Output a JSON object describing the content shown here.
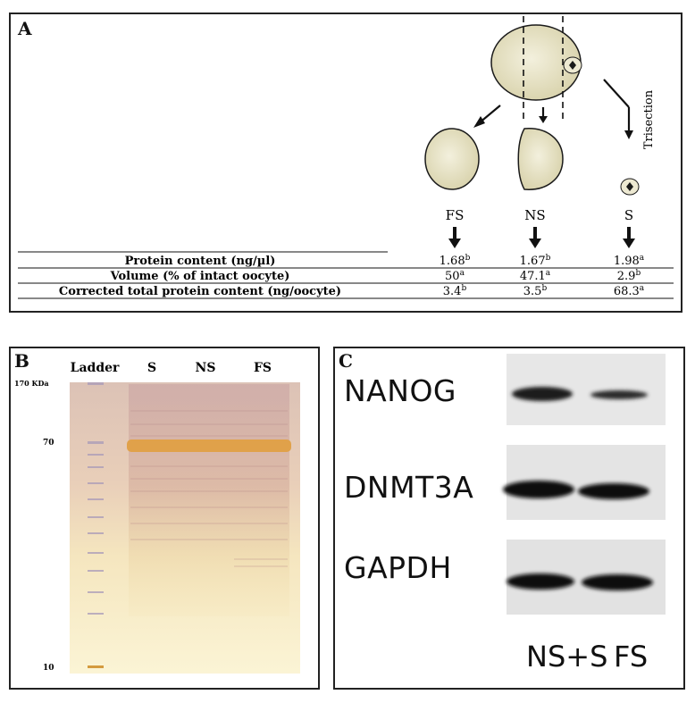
{
  "panelA": {
    "label": "A",
    "trisection_label": "Trisection",
    "fragments": [
      {
        "name": "FS"
      },
      {
        "name": "NS"
      },
      {
        "name": "S"
      }
    ],
    "rows": [
      {
        "label": "Protein content (ng/µl)",
        "values": [
          {
            "v": "1.68",
            "sup": "b"
          },
          {
            "v": "1.67",
            "sup": "b"
          },
          {
            "v": "1.98",
            "sup": "a"
          }
        ]
      },
      {
        "label": "Volume (% of intact oocyte)",
        "values": [
          {
            "v": "50",
            "sup": "a"
          },
          {
            "v": "47.1",
            "sup": "a"
          },
          {
            "v": "2.9",
            "sup": "b"
          }
        ]
      },
      {
        "label": "Corrected total protein content (ng/oocyte)",
        "values": [
          {
            "v": "3.4",
            "sup": "b"
          },
          {
            "v": "3.5",
            "sup": "b"
          },
          {
            "v": "68.3",
            "sup": "a"
          }
        ]
      }
    ]
  },
  "panelB": {
    "label": "B",
    "lanes": [
      "Ladder",
      "S",
      "NS",
      "FS"
    ],
    "markers": [
      "170 KDa",
      "70",
      "10"
    ]
  },
  "panelC": {
    "label": "C",
    "proteins": [
      "NANOG",
      "DNMT3A",
      "GAPDH"
    ],
    "lanes": [
      "NS+S",
      "FS"
    ]
  },
  "colors": {
    "cell_fill": "#e7e2c6",
    "cell_stroke": "#1a1a1a",
    "gel_bg": "#f7ecc4",
    "gel_band": "#e0a14a",
    "blot_bg": "#e6e6e6",
    "blot_band": "#161616"
  }
}
